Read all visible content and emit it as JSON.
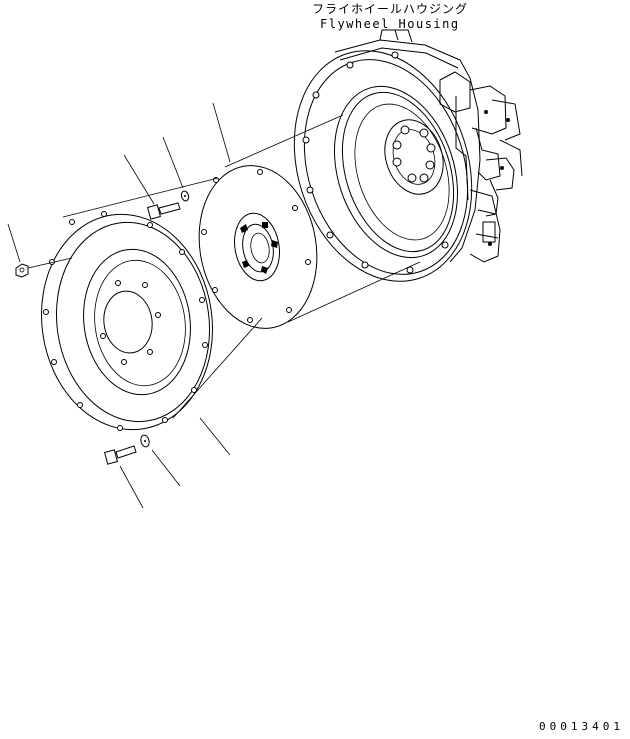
{
  "header": {
    "title_japanese": "フライホイールハウジング",
    "title_english": "Flywheel Housing"
  },
  "footer": {
    "drawing_number": "00013401"
  }
}
